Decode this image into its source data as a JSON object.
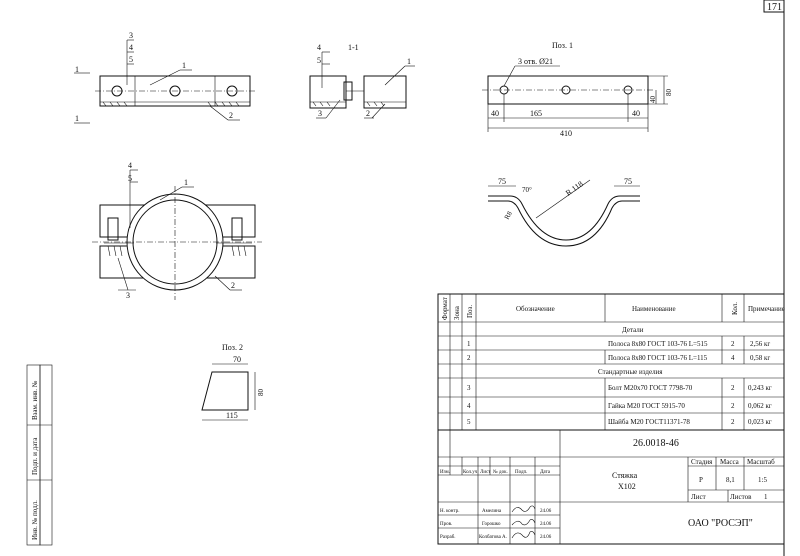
{
  "sheet": {
    "page_number": "171",
    "title_block": {
      "designation": "26.0018-46",
      "name_line1": "Стяжка",
      "name_line2": "Х102",
      "stage_label": "Стадия",
      "mass_label": "Масса",
      "scale_label": "Масштаб",
      "stage_value": "Р",
      "mass_value": "8,1",
      "scale_value": "1:5",
      "sheet_label": "Лист",
      "sheets_label": "Листов",
      "sheets_value": "1",
      "company": "ОАО \"РОСЭП\"",
      "rev_headers": [
        "Изм.",
        "Кол.уч",
        "Лист",
        "№ док.",
        "Подп.",
        "Дата"
      ],
      "signers": [
        {
          "role": "Н. контр.",
          "name": "Амелина",
          "date": "24.06"
        },
        {
          "role": "Пров.",
          "name": "Горошко",
          "date": "24.06"
        },
        {
          "role": "Разраб.",
          "name": "Колбатова А.",
          "date": "24.06"
        }
      ]
    },
    "side_stamp": [
      "Взам. инв. №",
      "Подп. и дата",
      "Инв. № подл."
    ]
  },
  "spec": {
    "headers": {
      "format": "Формат",
      "zone": "Зона",
      "pos": "Поз.",
      "designation": "Обозначение",
      "name": "Наименование",
      "qty": "Кол.",
      "note": "Примечание"
    },
    "sections": [
      {
        "title": "Детали",
        "rows": [
          {
            "pos": "1",
            "name": "Полоса 8х80 ГОСТ 103-76 L=515",
            "qty": "2",
            "note": "2,56 кг"
          },
          {
            "pos": "2",
            "name": "Полоса 8х80 ГОСТ 103-76 L=115",
            "qty": "4",
            "note": "0,58 кг"
          }
        ]
      },
      {
        "title": "Стандартные изделия",
        "rows": [
          {
            "pos": "3",
            "name": "Болт М20х70 ГОСТ 7798-70",
            "qty": "2",
            "note": "0,243 кг"
          },
          {
            "pos": "4",
            "name": "Гайка М20 ГОСТ 5915-70",
            "qty": "2",
            "note": "0,062 кг"
          },
          {
            "pos": "5",
            "name": "Шайба М20 ГОСТ11371-78",
            "qty": "2",
            "note": "0,023 кг"
          }
        ]
      }
    ]
  },
  "drawings": {
    "view_top": {
      "callouts": [
        "3",
        "4",
        "5",
        "1",
        "2"
      ],
      "section_mark": "1"
    },
    "section_1_1": {
      "title": "1-1",
      "callouts": [
        "4",
        "5",
        "1",
        "3",
        "2"
      ]
    },
    "pos1": {
      "title": "Поз. 1",
      "holes": "3 отв. Ø21",
      "dims": {
        "a": "40",
        "b": "165",
        "c": "40",
        "total": "410",
        "h1": "40",
        "h2": "80"
      }
    },
    "view_front": {
      "callouts": [
        "4",
        "5",
        "1",
        "3",
        "2"
      ]
    },
    "pos1_bent": {
      "dims": {
        "a": "75",
        "b": "75",
        "r1": "R 118",
        "r2": "R8",
        "angle": "70°"
      }
    },
    "pos2": {
      "title": "Поз. 2",
      "dims": {
        "top": "70",
        "side": "80",
        "bottom": "115"
      }
    }
  }
}
